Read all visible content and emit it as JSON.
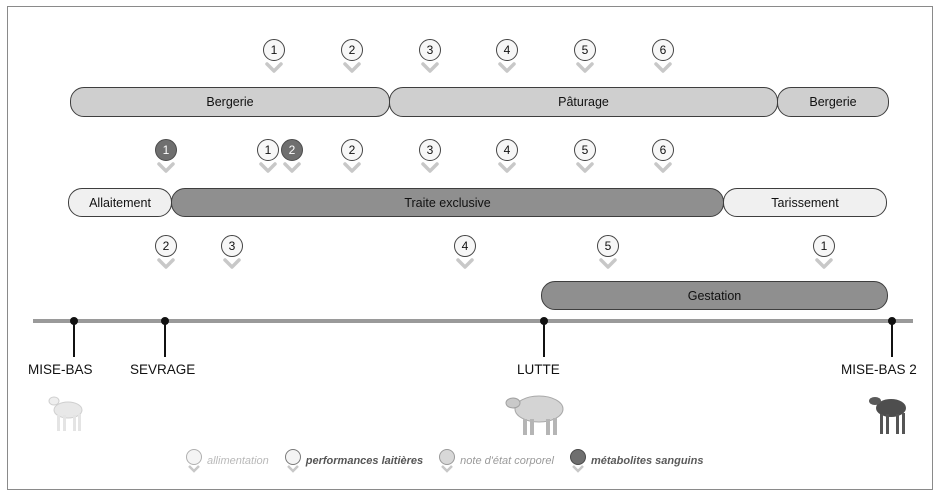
{
  "bars": {
    "bergerie_1": "Bergerie",
    "paturage": "Pâturage",
    "bergerie_2": "Bergerie",
    "allaitement": "Allaitement",
    "traite": "Traite exclusive",
    "tarissement": "Tarissement",
    "gestation": "Gestation"
  },
  "markers": {
    "row1": [
      "1",
      "2",
      "3",
      "4",
      "5",
      "6"
    ],
    "row2": [
      "1",
      "1",
      "2",
      "2",
      "3",
      "4",
      "5",
      "6"
    ],
    "row3": [
      "2",
      "3",
      "4",
      "5",
      "1"
    ]
  },
  "timeline": {
    "mise_bas": "MISE-BAS",
    "sevrage": "SEVRAGE",
    "lutte": "LUTTE",
    "mise_bas_2": "MISE-BAS 2"
  },
  "legend": {
    "alimentation": "allimentation",
    "performances": "performances laitières",
    "etat": "note d'état corporel",
    "metabolites": "métabolites sanguins"
  },
  "colors": {
    "light_fill": "#cfcfcf",
    "dark_fill": "#8f8f8f",
    "white_fill": "#f0f0f0",
    "marker_dark": "#6f6f6f",
    "axis": "#9a9a9a",
    "legend_alimentation": "#b9b9b9",
    "legend_performances": "#555555",
    "legend_etat": "#9a9a9a",
    "legend_metabolites": "#5a5a5a"
  },
  "icons": {
    "marker_pointer": "chevron-down-icon",
    "lamb": "lamb-icon",
    "sheep": "sheep-icon",
    "dark_lamb": "dark-lamb-icon"
  }
}
